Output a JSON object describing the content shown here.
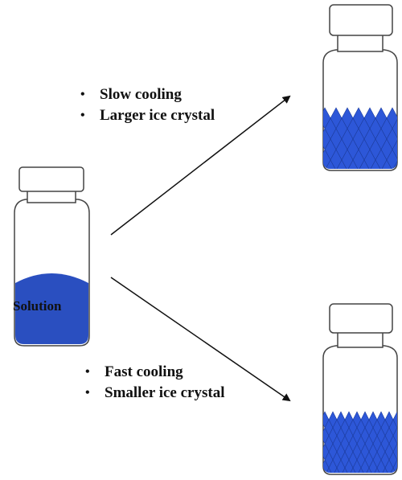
{
  "solution_label": "Solution",
  "slow": {
    "bullets": [
      "Slow cooling",
      "Larger ice crystal"
    ],
    "crystal_size": "large"
  },
  "fast": {
    "bullets": [
      "Fast cooling",
      "Smaller ice crystal"
    ],
    "crystal_size": "small"
  },
  "colors": {
    "solution_fill": "#2a4fc0",
    "crystal_fill": "#2d57d8",
    "crystal_edge": "#1c3c9c",
    "outline": "#444444"
  }
}
